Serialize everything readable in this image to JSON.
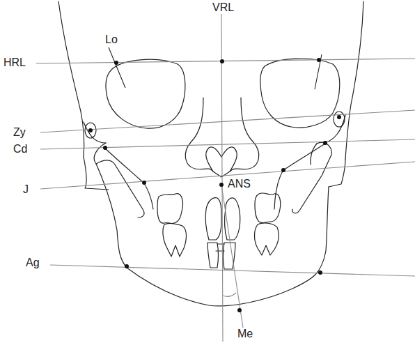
{
  "diagram": {
    "labels": [
      "VRL",
      "Lo",
      "HRL",
      "Zy",
      "Cd",
      "J",
      "ANS",
      "Ag",
      "Me"
    ]
  }
}
